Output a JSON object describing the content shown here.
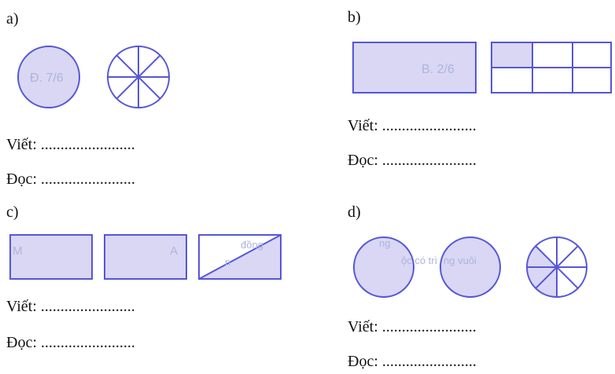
{
  "colors": {
    "outline": "#5656d6",
    "fill": "#d9d7f4",
    "ghost": "#aeb4dc",
    "text": "#111111"
  },
  "exercises": {
    "a": {
      "label": "a)",
      "write_line": "Viết: ........................",
      "read_line": "Đọc: ........................",
      "ghost_text": "Đ. 7/6"
    },
    "b": {
      "label": "b)",
      "write_line": "Viết: ........................",
      "read_line": "Đọc: ........................",
      "ghost_text": "B. 2/6"
    },
    "c": {
      "label": "c)",
      "write_line": "Viết: ........................",
      "read_line": "Đọc: ........................",
      "ghost_text_1": "M",
      "ghost_text_2": "A",
      "ghost_text_3": "đồng",
      "ghost_text_4": "n"
    },
    "d": {
      "label": "d)",
      "write_line": "Viết: ........................",
      "read_line": "Đọc: ........................",
      "ghost_text_1": "ng",
      "ghost_text_2": "ng vuôi",
      "ghost_text_3": "ộc có trì"
    }
  },
  "figures": {
    "a_circle_full": {
      "parts": 1,
      "shaded": 1
    },
    "a_circle_eighths": {
      "parts": 8,
      "shaded": 0
    },
    "b_rect_full": {
      "parts": 1,
      "shaded": 1
    },
    "b_grid_sixths": {
      "parts": 6,
      "shaded": 1
    },
    "c_rect_1": {
      "parts": 1,
      "shaded": 1
    },
    "c_rect_2": {
      "parts": 1,
      "shaded": 1
    },
    "c_rect_halves": {
      "parts": 2,
      "shaded": 1
    },
    "d_circle_1": {
      "parts": 1,
      "shaded": 1
    },
    "d_circle_2": {
      "parts": 1,
      "shaded": 1
    },
    "d_circle_eighths": {
      "parts": 8,
      "shaded": 3
    }
  }
}
